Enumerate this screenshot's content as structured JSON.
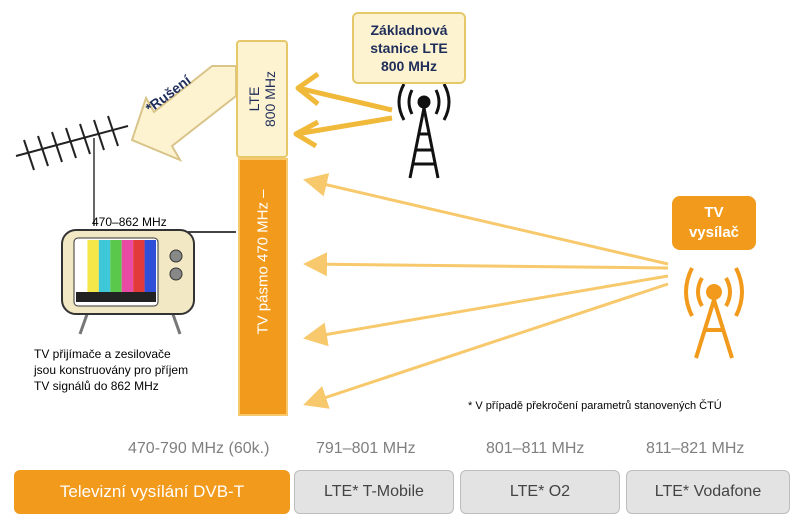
{
  "base_station": {
    "line1": "Základnová",
    "line2": "stanice LTE",
    "line3": "800 MHz"
  },
  "lte_vertical": {
    "line1": "LTE",
    "line2": "800 MHz"
  },
  "tv_band_label": "TV pásmo 470 MHz –",
  "interference_label": "*Rušení",
  "tv_transmitter": {
    "line1": "TV",
    "line2": "vysílač"
  },
  "tv_range": "470–862 MHz",
  "receivers_note": {
    "line1": "TV přijímače  a zesilovače",
    "line2": "jsou konstruovány pro příjem",
    "line3": "TV signálů do 862 MHz"
  },
  "footnote": "* V případě překročení parametrů stanovených ČTÚ",
  "frequencies": [
    "470-790 MHz  (60k.)",
    "791–801 MHz",
    "801–811 MHz",
    "811–821 MHz"
  ],
  "bottom_buttons": [
    "Televizní vysílání DVB-T",
    "LTE* T-Mobile",
    "LTE* O2",
    "LTE* Vodafone"
  ],
  "colors": {
    "orange": "#f29a1c",
    "pale_yellow": "#fdf3d0",
    "gold_border": "#e6c86a",
    "gray": "#e3e3e3",
    "navy": "#1f2d5a"
  },
  "tv_bars_colors": [
    "#ffffff",
    "#f5e64a",
    "#3ec7d8",
    "#5ac84a",
    "#e94aa4",
    "#e23a3a",
    "#2f4fd8"
  ]
}
